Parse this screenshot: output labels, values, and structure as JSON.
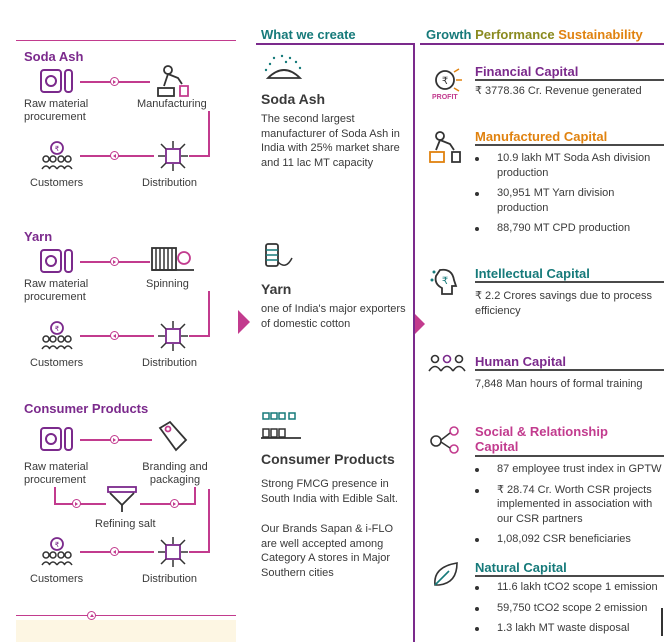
{
  "col1": {
    "soda": {
      "heading": "Soda Ash",
      "raw": "Raw material procurement",
      "manufacturing": "Manufacturing",
      "customers": "Customers",
      "distribution": "Distribution"
    },
    "yarn": {
      "heading": "Yarn",
      "raw": "Raw material procurement",
      "spinning": "Spinning",
      "customers": "Customers",
      "distribution": "Distribution"
    },
    "consumer": {
      "heading": "Consumer Products",
      "raw": "Raw material procurement",
      "branding": "Branding and packaging",
      "refining": "Refining salt",
      "customers": "Customers",
      "distribution": "Distribution"
    }
  },
  "col2": {
    "header": "What we create",
    "soda": {
      "title": "Soda Ash",
      "text": "The second largest manufacturer of Soda Ash in India with 25% market share and 11 lac MT capacity"
    },
    "yarn": {
      "title": "Yarn",
      "text": "one of India's major exporters of domestic cotton"
    },
    "consumer": {
      "title": "Consumer Products",
      "text1": "Strong FMCG presence in South India with Edible Salt.",
      "text2": "Our Brands Sapan & i-FLO are well accepted among Category A stores in Major Southern cities"
    }
  },
  "col3": {
    "header": {
      "w1": "Growth",
      "w2": "Performance",
      "w3": "Sustainability"
    },
    "financial": {
      "title": "Financial Capital",
      "text": "₹ 3778.36 Cr. Revenue generated"
    },
    "manufactured": {
      "title": "Manufactured Capital",
      "items": [
        "10.9 lakh MT Soda Ash division production",
        "30,951 MT Yarn division production",
        "88,790  MT CPD production"
      ]
    },
    "intellectual": {
      "title": "Intellectual Capital",
      "text": "₹ 2.2 Crores savings due to process efficiency"
    },
    "human": {
      "title": "Human Capital",
      "text": "7,848 Man hours of formal training"
    },
    "social": {
      "title1": "Social & Relationship",
      "title2": "Capital",
      "items": [
        "87 employee trust index in GPTW",
        "₹ 28.74 Cr. Worth CSR projects implemented in association with our CSR partners",
        "1,08,092 CSR beneficiaries"
      ]
    },
    "natural": {
      "title": "Natural Capital",
      "items": [
        "11.6 lakh tCO2 scope 1 emission",
        "59,750 tCO2 scope 2 emission",
        "1.3 lakh MT waste disposal"
      ]
    }
  },
  "colors": {
    "purple": "#7b2a8c",
    "magenta": "#c23b8e",
    "teal": "#167a7a",
    "orange": "#e0820f"
  }
}
